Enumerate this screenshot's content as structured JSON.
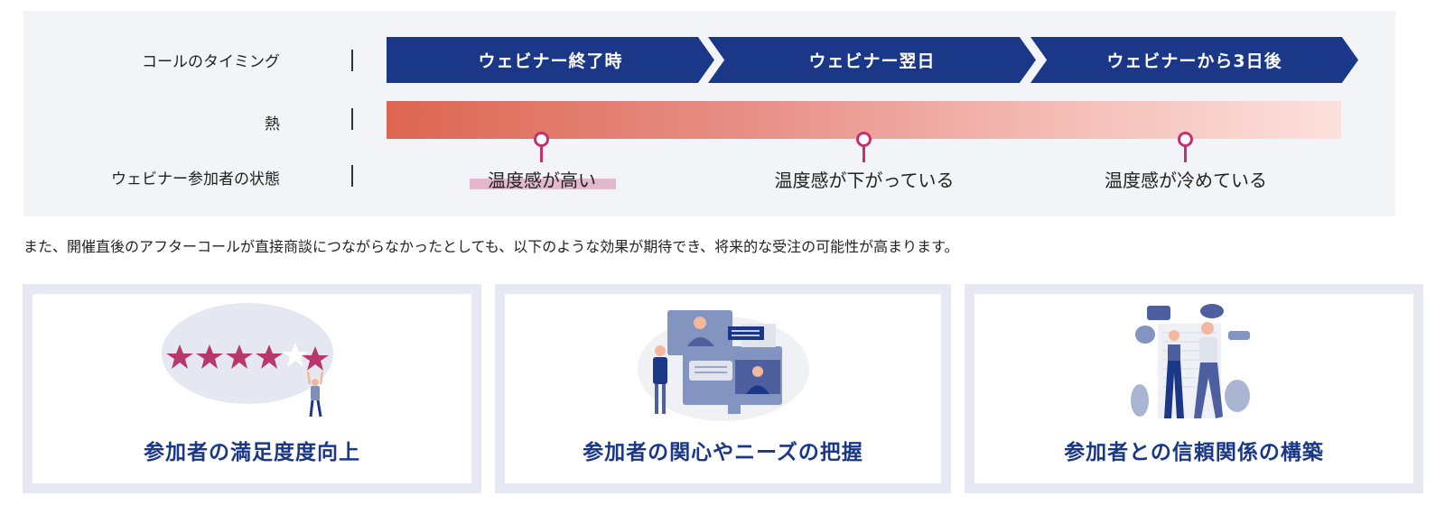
{
  "timeline": {
    "row_labels": {
      "timing": "コールのタイミング",
      "heat": "熱",
      "state": "ウェビナー参加者の状態"
    },
    "stages": [
      {
        "label": "ウェビナー終了時"
      },
      {
        "label": "ウェビナー翌日"
      },
      {
        "label": "ウェビナーから3日後"
      }
    ],
    "states": [
      {
        "label": "温度感が高い",
        "highlighted": true
      },
      {
        "label": "温度感が下がっている"
      },
      {
        "label": "温度感が冷めている"
      }
    ],
    "colors": {
      "chevron": "#1b3787",
      "heat_start": "#dd6651",
      "heat_end": "#fde0dd",
      "marker": "#c2336e",
      "highlight": "#e4b8cc",
      "panel_bg": "#f3f4f8"
    }
  },
  "note": "また、開催直後のアフターコールが直接商談につながらなかったとしても、以下のような効果が期待でき、将来的な受注の可能性が高まります。",
  "cards": [
    {
      "title": "参加者の満足度度向上",
      "illustration": "five-star-rating-illustration"
    },
    {
      "title": "参加者の関心やニーズの把握",
      "illustration": "video-conference-illustration"
    },
    {
      "title": "参加者との信頼関係の構築",
      "illustration": "two-people-conversation-illustration"
    }
  ]
}
